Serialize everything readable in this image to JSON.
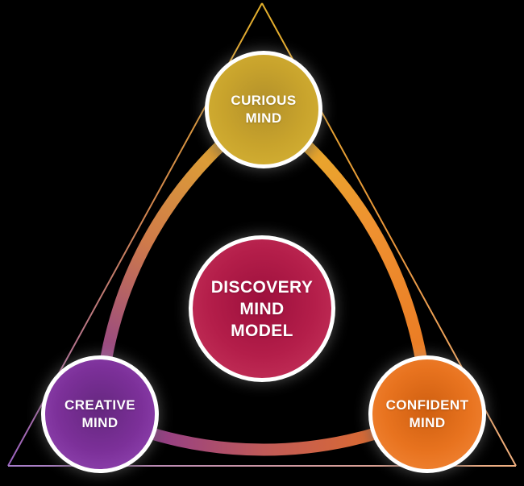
{
  "colors": {
    "background": "#000000",
    "text": "#ffffff",
    "curious": "#c8a32c",
    "creative": "#7c3099",
    "confident": "#e8731f",
    "center": "#b41e4a",
    "band_gold": "#e5b42a",
    "band_purple": "#7c30a0",
    "band_orange": "#e8731f",
    "edge_gold": "#e3b02c",
    "edge_purple": "#9b64c2",
    "edge_peach": "#f0b080",
    "edge_lavender": "#a57cc9"
  },
  "diagram": {
    "center_node": {
      "id": "discovery-mind-model",
      "lines": [
        "DISCOVERY",
        "MIND",
        "MODEL"
      ]
    },
    "nodes": [
      {
        "id": "curious-mind",
        "lines": [
          "CURIOUS",
          "MIND"
        ]
      },
      {
        "id": "creative-mind",
        "lines": [
          "CREATIVE",
          "MIND"
        ]
      },
      {
        "id": "confident-mind",
        "lines": [
          "CONFIDENT",
          "MIND"
        ]
      }
    ]
  }
}
